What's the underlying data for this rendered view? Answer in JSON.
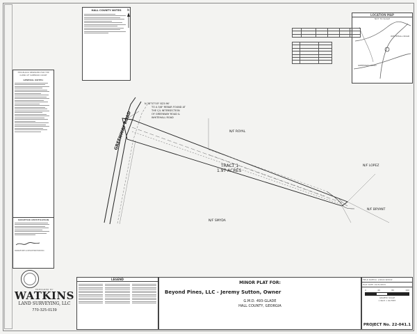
{
  "top_note": {
    "title": "HALL COUNTY NOTES"
  },
  "left_column": {
    "reserved_note": "THIS BLOCK RESERVED FOR THE CLERK OF SUPERIOR COURT",
    "general_notes_title": "GENERAL NOTES:",
    "surveyor_cert_title": "SURVEYOR CERTIFICATION",
    "surveyor_label": "SIGNATURE & REGISTRATION NO."
  },
  "map": {
    "location_map_title": "LOCATION MAP",
    "location_map_subtitle": "NOT TO SCALE",
    "map_road_1": "WHITEHALL ROAD",
    "map_road_2": "GREENWAY ROAD"
  },
  "plat": {
    "road_name": "GREENWAY ROAD",
    "tract_label": "TRACT 1",
    "tract_area": "1.97 ACRES",
    "owner_royal": "N/F ROYAL",
    "owner_lopez": "N/F LOPEZ",
    "owner_bryant": "N/F BRYANT",
    "owner_smyda": "N/F SMYDA",
    "bearing_note_1": "N 38°57'55\" 823.96'",
    "bearing_note_2": "TO A 5/8\" REBAR FOUND AT",
    "bearing_note_3": "THE C/L INTERSECTION",
    "bearing_note_4": "OF GREENWAY ROAD &",
    "bearing_note_5": "WHITEHALL ROAD"
  },
  "company": {
    "prepared_by": "PREPARED BY",
    "name": "WATKINS",
    "subtitle": "LAND SURVEYING, LLC",
    "phone": "770-325-0139"
  },
  "legend": {
    "title": "LEGEND"
  },
  "title_block": {
    "header": "MINOR PLAT FOR:",
    "owner_line": "Beyond Pines, LLC - Jeremy Sutton, Owner",
    "gmd": "G.M.D. 493-GLADE",
    "county": "HALL COUNTY, GEORGIA"
  },
  "scale_block": {
    "field_date": "FIELD DATE(S): 2/2022-8/2022",
    "plat_date": "PLAT DATE: 10/31/2024",
    "scale_labels": [
      "0",
      "40",
      "80",
      "160"
    ],
    "graphic_scale": "GRAPHIC SCALE",
    "scale_text": "1 INCH = 80 FEET",
    "project_no": "PROJECT No. 22-041.1"
  },
  "colors": {
    "line": "#333333",
    "paper": "#f3f3f1",
    "block": "#ffffff"
  }
}
